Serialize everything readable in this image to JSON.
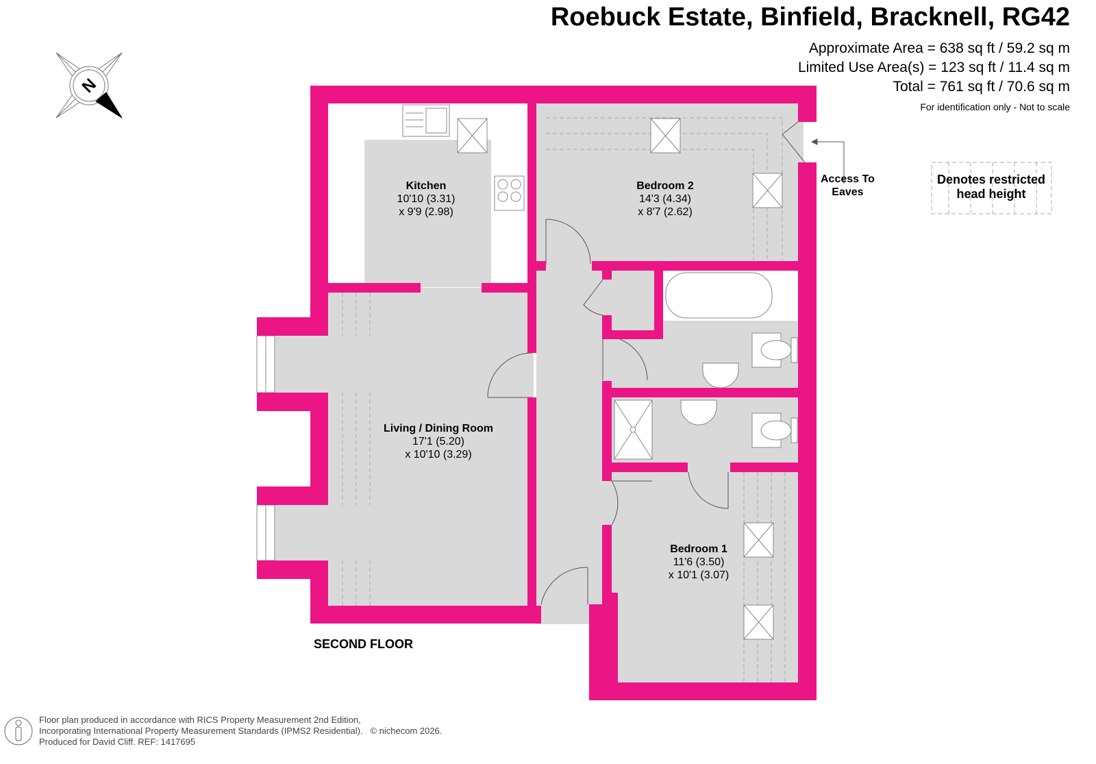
{
  "header": {
    "title": "Roebuck Estate, Binfield, Bracknell, RG42",
    "approximate_area": "Approximate Area = 638 sq ft / 59.2 sq m",
    "limited_use_area": "Limited Use Area(s) = 123 sq ft / 11.4 sq m",
    "total": "Total = 761 sq ft / 70.6 sq m",
    "note": "For identification only - Not to scale"
  },
  "compass": {
    "letter": "N"
  },
  "rooms": [
    {
      "name": "Kitchen",
      "dim1": "10'10 (3.31)",
      "dim2": "x 9'9 (2.98)"
    },
    {
      "name": "Bedroom 2",
      "dim1": "14'3 (4.34)",
      "dim2": "x 8'7 (2.62)"
    },
    {
      "name": "Living / Dining Room",
      "dim1": "17'1 (5.20)",
      "dim2": "x 10'10 (3.29)"
    },
    {
      "name": "Bedroom 1",
      "dim1": "11'6 (3.50)",
      "dim2": "x 10'1 (3.07)"
    }
  ],
  "annotations": {
    "eaves_line1": "Access To",
    "eaves_line2": "Eaves",
    "legend_line1": "Denotes restricted",
    "legend_line2": "head height"
  },
  "floor_label": "SECOND FLOOR",
  "footer": {
    "line1": "Floor plan produced in accordance with RICS Property Measurement 2nd Edition,",
    "line2": "Incorporating International Property Measurement Standards (IPMS2 Residential).",
    "copyright": "© nichecom 2026.",
    "line3": "Produced for David Cliff.   REF:  1417695"
  },
  "colors": {
    "wall": "#ec1586",
    "floor": "#d9d9d9"
  }
}
